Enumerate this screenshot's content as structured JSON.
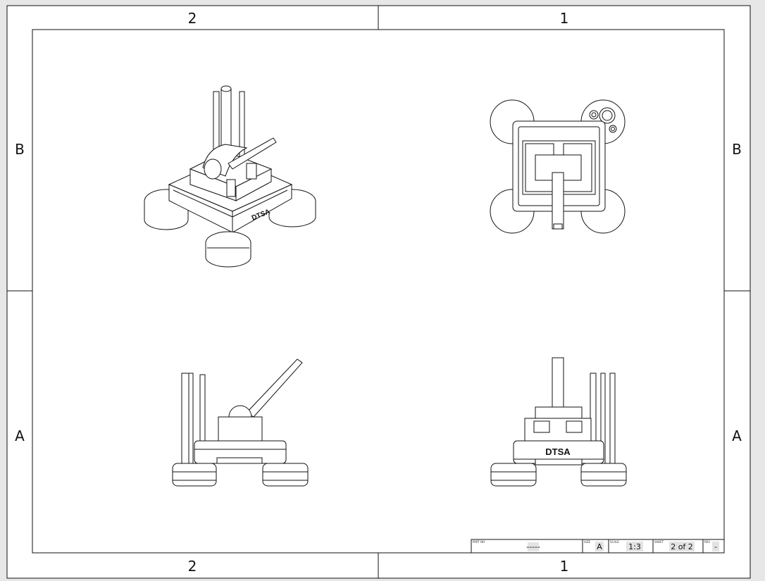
{
  "border": {
    "columns_top": [
      "2",
      "1"
    ],
    "columns_bottom": [
      "2",
      "1"
    ],
    "rows_left": [
      "B",
      "A"
    ],
    "rows_right": [
      "B",
      "A"
    ]
  },
  "title_block": {
    "part_number_label": "PART NO",
    "part_number": "-----",
    "size_label": "SIZE",
    "size": "A",
    "scale_label": "SCALE",
    "scale": "1:3",
    "sheet_label": "SHEET",
    "sheet": "2 of 2",
    "rev_label": "REV",
    "rev": "-"
  },
  "part_marking": {
    "iso_view_text": "DTSA",
    "rear_view_text": "DTSA"
  },
  "views": [
    "isometric-view",
    "top-view",
    "side-view",
    "rear-view"
  ]
}
